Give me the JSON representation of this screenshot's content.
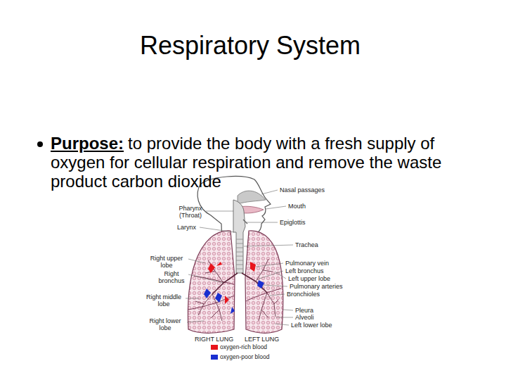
{
  "diagram": {
    "title": "Respiratory System",
    "labels": [
      "Purpose:",
      "to provide the body with a fresh supply of oxygen for cellular respiration and remove the waste product carbon dioxide",
      "Nasal passages",
      "Mouth",
      "Pharynx (Throat)",
      "Epiglottis",
      "Larynx",
      "Trachea",
      "Right upper lobe",
      "Pulmonary vein",
      "Left bronchus",
      "Right bronchus",
      "Left upper lobe",
      "Pulmonary arteries",
      "Bronchioles",
      "Right middle lobe",
      "Pleura",
      "Alveoli",
      "Right lower lobe",
      "Left lower lobe",
      "RIGHT LUNG",
      "LEFT LUNG"
    ],
    "legend": [
      {
        "text": "oxygen-rich blood",
        "color": "#e8141c"
      },
      {
        "text": "oxygen-poor blood",
        "color": "#1a2fd0"
      }
    ]
  }
}
